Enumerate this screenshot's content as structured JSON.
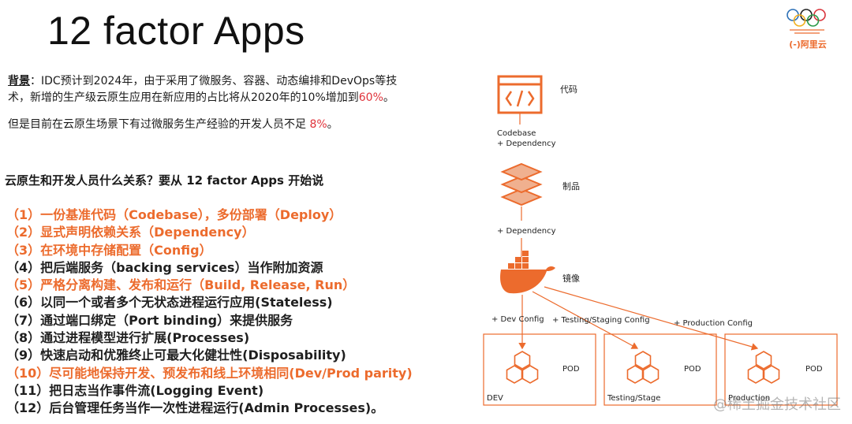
{
  "title": "12 factor Apps",
  "background": {
    "label": "背景",
    "text_part1": "：IDC预计到2024年，由于采用了微服务、容器、动态编排和DevOps等技",
    "text_part2": "术，新增的生产级云原生应用在新应用的占比将从2020年的10%增加到",
    "highlight1": "60%",
    "text_part3": "。",
    "line2_text": "但是目前在云原生场景下有过微服务生产经验的开发人员不足 ",
    "highlight2": "8%",
    "line2_end": "。"
  },
  "question": "云原生和开发人员什么关系？要从 12 factor Apps 开始说",
  "factors": [
    {
      "text": "（1）一份基准代码（Codebase），多份部署（Deploy）",
      "highlight": true
    },
    {
      "text": "（2）显式声明依赖关系（Dependency）",
      "highlight": true
    },
    {
      "text": "（3）在环境中存储配置（Config）",
      "highlight": true
    },
    {
      "text": "（4）把后端服务（backing services）当作附加资源",
      "highlight": false
    },
    {
      "text": "（5）严格分离构建、发布和运行（Build, Release, Run）",
      "highlight": true
    },
    {
      "text": "（6）以同一个或者多个无状态进程运行应用(Stateless)",
      "highlight": false
    },
    {
      "text": "（7）通过端口绑定（Port binding）来提供服务",
      "highlight": false
    },
    {
      "text": "（8）通过进程模型进行扩展(Processes)",
      "highlight": false
    },
    {
      "text": "（9）快速启动和优雅终止可最大化健壮性(Disposability)",
      "highlight": false
    },
    {
      "text": "（10）尽可能地保持开发、预发布和线上环境相同(Dev/Prod parity)",
      "highlight": true
    },
    {
      "text": "（11）把日志当作事件流(Logging Event)",
      "highlight": false
    },
    {
      "text": "（12）后台管理任务当作一次性进程运行(Admin Processes)。",
      "highlight": false
    }
  ],
  "diagram": {
    "code_label": "代码",
    "codebase_line1": "Codebase",
    "codebase_line2": "+ Dependency",
    "artifact_label": "制品",
    "dependency_label": "+ Dependency",
    "image_label": "镜像",
    "dev_config": "+ Dev Config",
    "staging_config": "+ Testing/Staging Config",
    "production_config": "+ Production Config",
    "pod_label": "POD",
    "env_dev": "DEV",
    "env_staging": "Testing/Stage",
    "env_production": "Production"
  },
  "brand_text": "(-)阿里云",
  "watermark": "@稀土掘金技术社区",
  "colors": {
    "accent": "#ec6b2d",
    "highlight_red": "#e0333b"
  }
}
